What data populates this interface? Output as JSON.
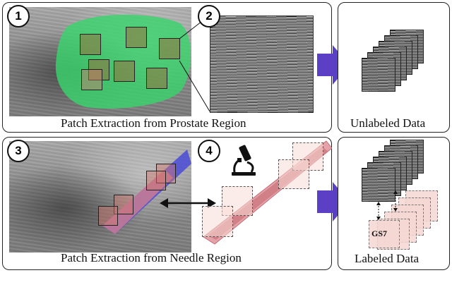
{
  "panels": {
    "top_left": {
      "badge_1": "1",
      "badge_2": "2",
      "caption": "Patch Extraction from Prostate Region"
    },
    "top_right": {
      "caption": "Unlabeled Data"
    },
    "bottom_left": {
      "badge_3": "3",
      "badge_4": "4",
      "caption": "Patch Extraction from Needle Region"
    },
    "bottom_right": {
      "caption": "Labeled Data",
      "grade_label": "GS7"
    }
  },
  "colors": {
    "prostate_region": "#3fcf6f",
    "needle": "#4a4ad0",
    "arrow": "#5b3fc4",
    "tissue": "#d9828a"
  },
  "icons": [
    "microscope-icon",
    "double-arrow-icon",
    "right-arrow-icon"
  ]
}
